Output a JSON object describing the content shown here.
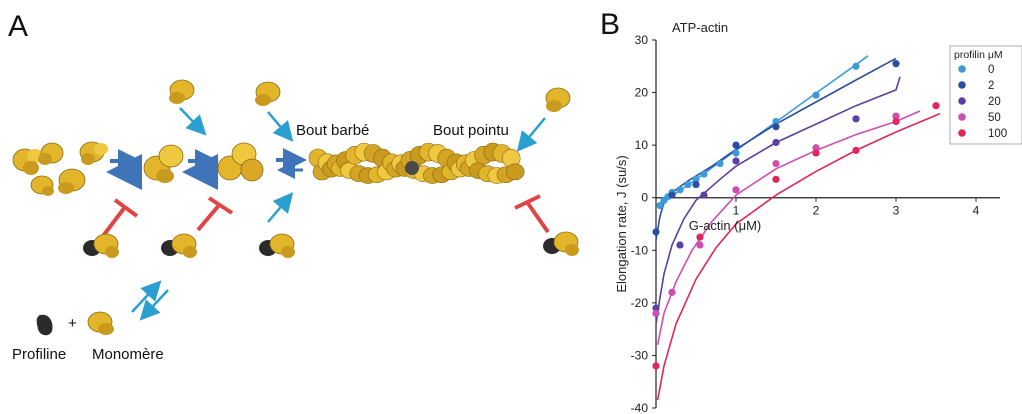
{
  "panel_a": {
    "letter": "A",
    "labels": {
      "barbed_end": "Bout barbé",
      "pointed_end": "Bout pointu",
      "profilin": "Profiline",
      "plus": "+",
      "monomer": "Monomère"
    },
    "colors": {
      "actin": "#e3b52a",
      "profilin": "#2b2b2b",
      "arrow": "#2a9fd0",
      "inhibit": "#e04545"
    }
  },
  "panel_b": {
    "letter": "B"
  },
  "chart_data": {
    "type": "scatter",
    "title": "ATP-actin",
    "xlabel": "G-actin (μM)",
    "ylabel": "Elongation rate, J (su/s)",
    "xlim": [
      0,
      4.3
    ],
    "ylim": [
      -40,
      30
    ],
    "xticks": [
      1,
      2,
      3,
      4
    ],
    "yticks": [
      -40,
      -30,
      -20,
      -10,
      0,
      10,
      20,
      30
    ],
    "legend": {
      "title": "profilin μM",
      "position": "top-right"
    },
    "series": [
      {
        "name": "0",
        "color": "#3d9ad8",
        "points": [
          [
            0.05,
            -1.5
          ],
          [
            0.1,
            -0.5
          ],
          [
            0.15,
            0.2
          ],
          [
            0.2,
            1.0
          ],
          [
            0.3,
            1.5
          ],
          [
            0.4,
            2.5
          ],
          [
            0.5,
            3.5
          ],
          [
            0.6,
            4.5
          ],
          [
            0.8,
            6.5
          ],
          [
            1.0,
            8.5
          ],
          [
            1.5,
            14.5
          ],
          [
            2.0,
            19.5
          ],
          [
            2.5,
            25.0
          ]
        ],
        "curve": [
          [
            0.0,
            -1.8
          ],
          [
            0.5,
            3.5
          ],
          [
            1.0,
            9.0
          ],
          [
            1.5,
            14.4
          ],
          [
            2.0,
            19.9
          ],
          [
            2.5,
            25.3
          ],
          [
            2.65,
            27.0
          ]
        ]
      },
      {
        "name": "2",
        "color": "#2c4da0",
        "points": [
          [
            0.0,
            -6.5
          ],
          [
            0.2,
            0.5
          ],
          [
            0.5,
            2.5
          ],
          [
            1.0,
            10.0
          ],
          [
            1.5,
            13.5
          ],
          [
            3.0,
            25.5
          ]
        ],
        "curve": [
          [
            0.0,
            -8.0
          ],
          [
            0.05,
            -3.5
          ],
          [
            0.1,
            -1.0
          ],
          [
            0.2,
            1.0
          ],
          [
            0.4,
            3.2
          ],
          [
            0.7,
            6.0
          ],
          [
            1.0,
            9.2
          ],
          [
            1.5,
            14.0
          ],
          [
            2.0,
            18.2
          ],
          [
            2.5,
            22.4
          ],
          [
            3.0,
            26.5
          ]
        ]
      },
      {
        "name": "20",
        "color": "#5b3fa3",
        "points": [
          [
            0.0,
            -21.0
          ],
          [
            0.3,
            -9.0
          ],
          [
            0.6,
            0.5
          ],
          [
            1.0,
            7.0
          ],
          [
            1.5,
            10.5
          ],
          [
            2.5,
            15.0
          ],
          [
            3.0,
            15.5
          ]
        ],
        "curve": [
          [
            0.0,
            -24.0
          ],
          [
            0.05,
            -19.0
          ],
          [
            0.1,
            -14.5
          ],
          [
            0.2,
            -9.0
          ],
          [
            0.35,
            -4.0
          ],
          [
            0.5,
            -0.5
          ],
          [
            0.8,
            3.5
          ],
          [
            1.0,
            6.0
          ],
          [
            1.5,
            10.5
          ],
          [
            2.0,
            14.0
          ],
          [
            2.5,
            17.5
          ],
          [
            3.0,
            20.5
          ],
          [
            3.05,
            23.0
          ]
        ]
      },
      {
        "name": "50",
        "color": "#cc4fb0",
        "points": [
          [
            0.0,
            -22.0
          ],
          [
            0.2,
            -18.0
          ],
          [
            0.55,
            -9.0
          ],
          [
            1.0,
            1.5
          ],
          [
            1.5,
            6.5
          ],
          [
            2.0,
            9.5
          ],
          [
            3.0,
            15.5
          ]
        ],
        "curve": [
          [
            0.02,
            -28.0
          ],
          [
            0.1,
            -22.0
          ],
          [
            0.25,
            -16.0
          ],
          [
            0.45,
            -10.0
          ],
          [
            0.7,
            -4.5
          ],
          [
            1.0,
            0.5
          ],
          [
            1.5,
            5.5
          ],
          [
            2.0,
            9.0
          ],
          [
            2.5,
            12.0
          ],
          [
            3.0,
            14.5
          ],
          [
            3.3,
            16.5
          ]
        ]
      },
      {
        "name": "100",
        "color": "#e0265a",
        "points": [
          [
            0.0,
            -32.0
          ],
          [
            0.55,
            -7.5
          ],
          [
            1.5,
            3.5
          ],
          [
            2.0,
            8.5
          ],
          [
            2.5,
            9.0
          ],
          [
            3.0,
            14.5
          ],
          [
            3.5,
            17.5
          ]
        ],
        "curve": [
          [
            0.02,
            -38.5
          ],
          [
            0.1,
            -32.0
          ],
          [
            0.25,
            -24.0
          ],
          [
            0.5,
            -15.5
          ],
          [
            0.75,
            -9.5
          ],
          [
            1.0,
            -5.0
          ],
          [
            1.5,
            0.5
          ],
          [
            2.0,
            5.0
          ],
          [
            2.5,
            9.0
          ],
          [
            3.0,
            12.5
          ],
          [
            3.55,
            16.0
          ]
        ]
      }
    ]
  }
}
